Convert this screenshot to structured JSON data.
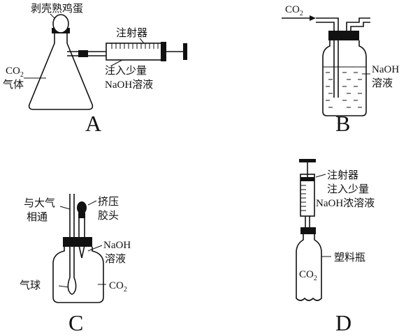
{
  "panels": {
    "a": {
      "letter": "A",
      "egg": "剥壳熟鸡蛋",
      "syringe": "注射器",
      "inject_1": "注入少量",
      "inject_2": "NaOH溶液",
      "gas_1": "CO",
      "gas_sub": "2",
      "gas_2": "气体"
    },
    "b": {
      "letter": "B",
      "gas": "CO",
      "gas_sub": "2",
      "sol_1": "NaOH",
      "sol_2": "溶液"
    },
    "c": {
      "letter": "C",
      "air_1": "与大气",
      "air_2": "相通",
      "bulb_1": "挤压",
      "bulb_2": "胶头",
      "sol_1": "NaOH",
      "sol_2": "溶液",
      "balloon": "气球",
      "gas": "CO",
      "gas_sub": "2"
    },
    "d": {
      "letter": "D",
      "syringe": "注射器",
      "inject_1": "注入少量",
      "inject_2": "NaOH浓溶液",
      "bottle": "塑料瓶",
      "gas": "CO",
      "gas_sub": "2"
    }
  }
}
